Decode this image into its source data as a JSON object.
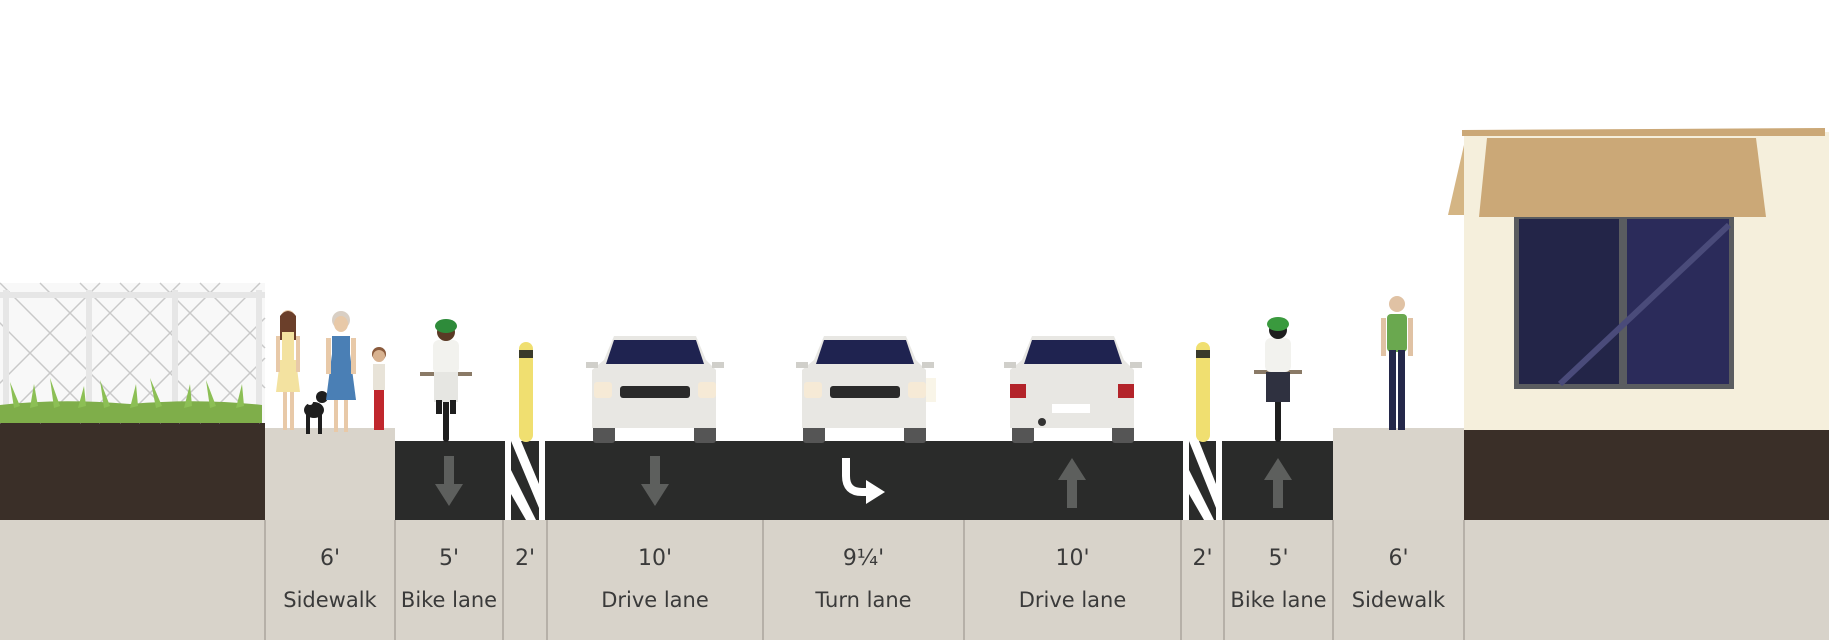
{
  "segments": [
    {
      "width": "6'",
      "name": "Sidewalk"
    },
    {
      "width": "5'",
      "name": "Bike lane"
    },
    {
      "width": "2'",
      "name": ""
    },
    {
      "width": "10'",
      "name": "Drive lane"
    },
    {
      "width": "9¼'",
      "name": "Turn lane"
    },
    {
      "width": "10'",
      "name": "Drive lane"
    },
    {
      "width": "2'",
      "name": ""
    },
    {
      "width": "5'",
      "name": "Bike lane"
    },
    {
      "width": "6'",
      "name": "Sidewalk"
    }
  ],
  "colors": {
    "asphalt": "#2a2b2a",
    "soil": "#3a2f28",
    "ground": "#d8d3ca",
    "curb": "#d9d4cb",
    "lane_marking": "#ffffff",
    "arrow": "#5d5f5d",
    "car": "#e8e7e3",
    "windshield": "#1f2350",
    "bollard": "#f0df70",
    "building_wall": "#f5efdc",
    "awning": "#cba877",
    "window": "#232548"
  },
  "icons": [
    "down-arrow-icon",
    "turn-right-arrow-icon",
    "up-arrow-icon"
  ]
}
